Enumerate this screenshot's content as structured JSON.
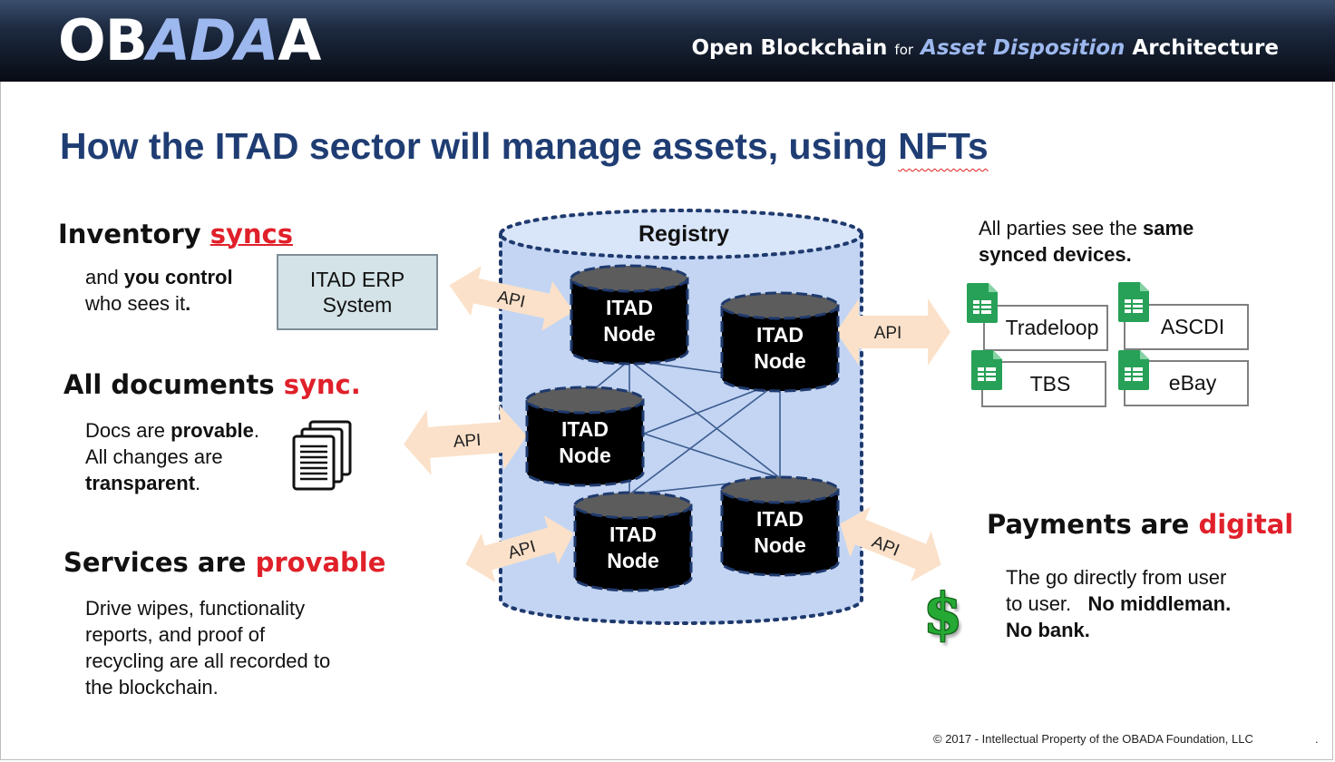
{
  "header": {
    "logo_ob": "OB",
    "logo_ada": "ADA",
    "logo_a": "A",
    "tagline_part1": "Open Blockchain",
    "tagline_for": "for",
    "tagline_asset": "Asset Disposition",
    "tagline_arch": "Architecture"
  },
  "title": {
    "main": "How the ITAD sector will manage assets, using ",
    "nfts": "NFTs"
  },
  "inventory": {
    "heading_a": "Inventory ",
    "heading_b": "syncs",
    "line1_a": "and ",
    "line1_b": "you control",
    "line2_a": "who sees it",
    "line2_b": "."
  },
  "documents": {
    "heading_a": "All documents ",
    "heading_b": "sync.",
    "line1_a": "Docs are ",
    "line1_b": "provable",
    "line1_c": ".",
    "line2": "All changes are",
    "line3_a": "transparent",
    "line3_b": "."
  },
  "services": {
    "heading_a": "Services are ",
    "heading_b": "provable",
    "body": [
      "Drive wipes, functionality",
      "reports, and proof of",
      "recycling are all recorded to",
      "the blockchain."
    ]
  },
  "erp": {
    "line1": "ITAD ERP",
    "line2": "System"
  },
  "registry": {
    "label": "Registry",
    "nodes": [
      {
        "line1": "ITAD",
        "line2": "Node"
      },
      {
        "line1": "ITAD",
        "line2": "Node"
      },
      {
        "line1": "ITAD",
        "line2": "Node"
      },
      {
        "line1": "ITAD",
        "line2": "Node"
      },
      {
        "line1": "ITAD",
        "line2": "Node"
      }
    ]
  },
  "api_label": "API",
  "parties": {
    "line1_a": "All parties see the ",
    "line1_b": "same",
    "line2": "synced devices.",
    "systems": [
      "Tradeloop",
      "ASCDI",
      "TBS",
      "eBay"
    ]
  },
  "payments": {
    "heading_a": "Payments are ",
    "heading_b": "digital",
    "line1": "The go directly from user",
    "line2_a": "to user.   ",
    "line2_b": "No middleman.",
    "line3": "No bank."
  },
  "dollar_symbol": "$",
  "footer": {
    "copyright": "© 2017 - Intellectual Property of the OBADA Foundation, LLC",
    "dot": "."
  },
  "colors": {
    "title_blue": "#1f3d73",
    "accent_red": "#e0202a",
    "registry_fill": "#c3d5f3",
    "registry_border": "#1f3a6e",
    "arrow_fill": "#fbe1c9",
    "sheets_green": "#27a157",
    "dollar_green": "#25a834"
  },
  "icons": [
    "documents-icon",
    "spreadsheet-icon",
    "dollar-icon"
  ]
}
